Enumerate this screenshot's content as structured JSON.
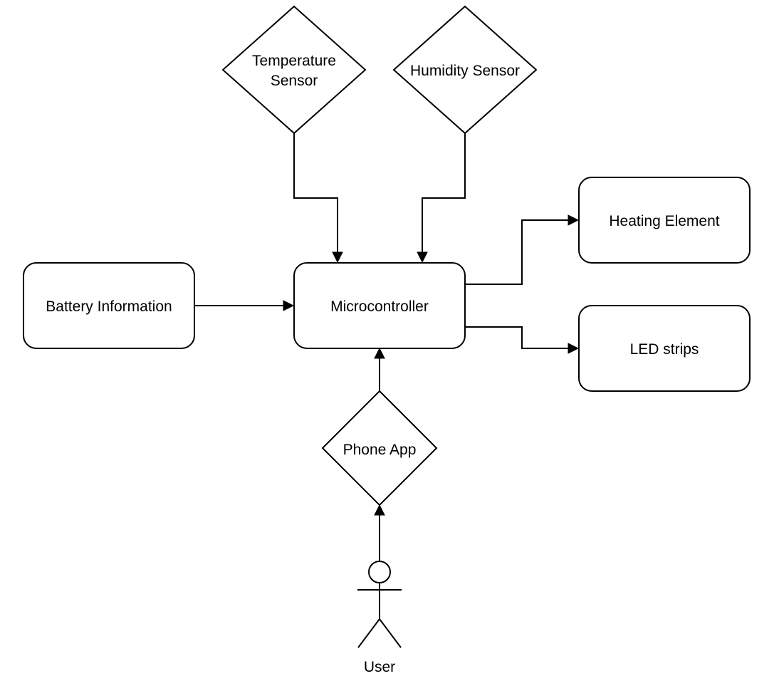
{
  "diagram": {
    "nodes": {
      "temperature_sensor": {
        "label_line1": "Temperature",
        "label_line2": "Sensor",
        "shape": "diamond"
      },
      "humidity_sensor": {
        "label": "Humidity Sensor",
        "shape": "diamond"
      },
      "heating_element": {
        "label": "Heating Element",
        "shape": "rounded-rectangle"
      },
      "battery_information": {
        "label": "Battery Information",
        "shape": "rounded-rectangle"
      },
      "microcontroller": {
        "label": "Microcontroller",
        "shape": "rounded-rectangle"
      },
      "led_strips": {
        "label": "LED strips",
        "shape": "rounded-rectangle"
      },
      "phone_app": {
        "label": "Phone App",
        "shape": "diamond"
      },
      "user": {
        "label": "User",
        "shape": "actor"
      }
    },
    "edges": [
      {
        "from": "temperature_sensor",
        "to": "microcontroller"
      },
      {
        "from": "humidity_sensor",
        "to": "microcontroller"
      },
      {
        "from": "battery_information",
        "to": "microcontroller"
      },
      {
        "from": "microcontroller",
        "to": "heating_element"
      },
      {
        "from": "microcontroller",
        "to": "led_strips"
      },
      {
        "from": "phone_app",
        "to": "microcontroller"
      },
      {
        "from": "user",
        "to": "phone_app"
      }
    ],
    "colors": {
      "stroke": "#000000",
      "fill": "#ffffff",
      "text": "#000000"
    }
  }
}
